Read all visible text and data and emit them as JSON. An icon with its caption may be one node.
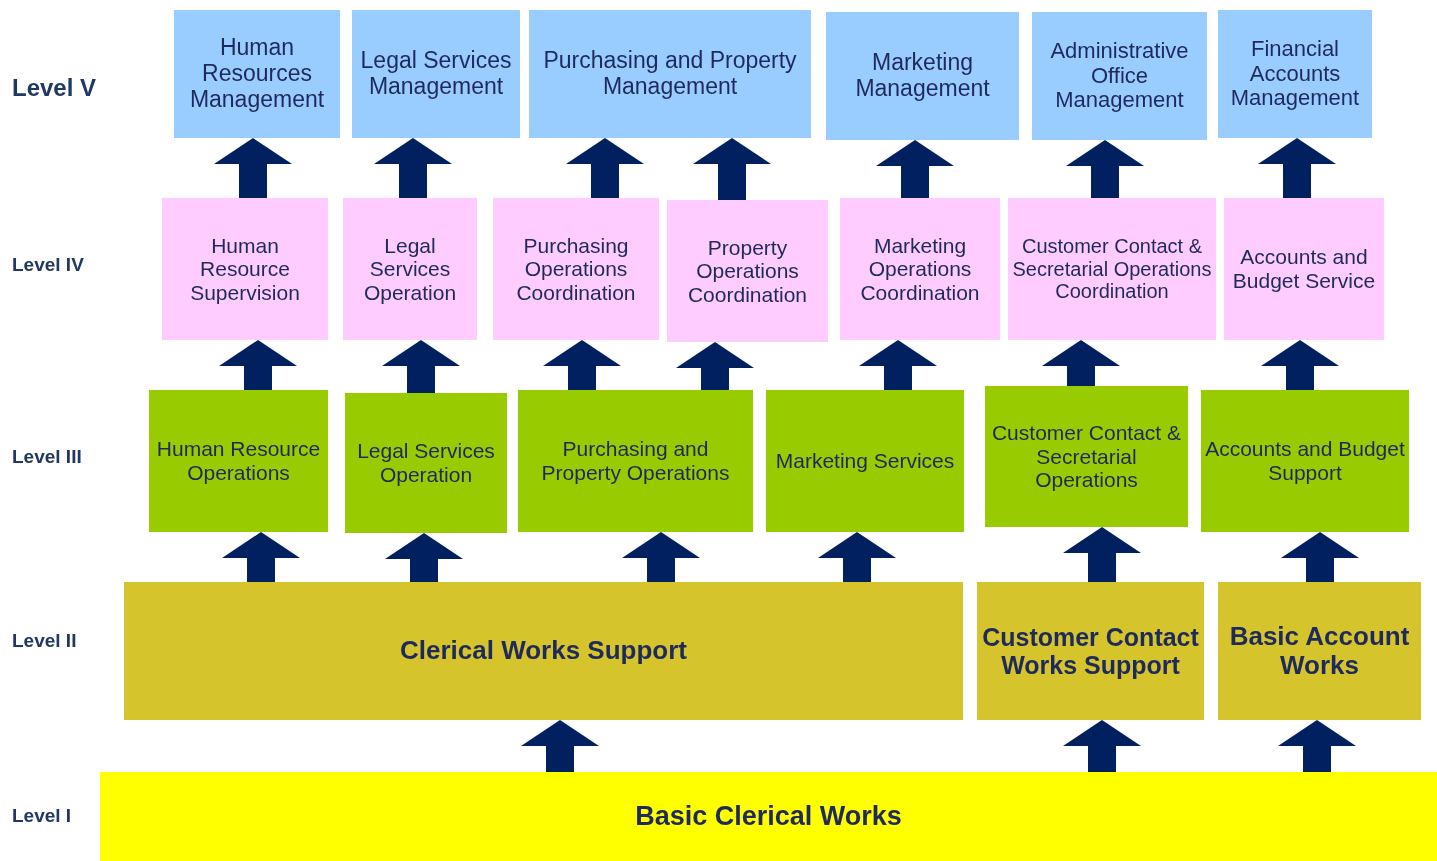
{
  "diagram": {
    "nodes": [
      {
        "text": [
          "Human Resources Management"
        ]
      },
      {
        "text": [
          "Legal Services Management"
        ]
      },
      {
        "text": [
          "Purchasing and Property Management"
        ]
      },
      {
        "text": [
          "Marketing Management"
        ]
      },
      {
        "text": [
          "Administrative Office Management"
        ]
      },
      {
        "text": [
          "Financial Accounts Management"
        ]
      },
      {
        "text": [
          "Human Resource Supervision"
        ]
      },
      {
        "text": [
          "Legal Services Operation"
        ]
      },
      {
        "text": [
          "Purchasing Operations Coordination"
        ]
      },
      {
        "text": [
          "Property Operations Coordination"
        ]
      },
      {
        "text": [
          "Marketing Operations Coordination"
        ]
      },
      {
        "text": [
          "Customer Contact & Secretarial Operations Coordination"
        ]
      },
      {
        "text": [
          "Accounts and Budget Service"
        ]
      },
      {
        "text": [
          "Human Resource Operations"
        ]
      },
      {
        "text": [
          "Legal Services Operation"
        ]
      },
      {
        "text": [
          "Purchasing and Property Operations"
        ]
      },
      {
        "text": [
          "Marketing Services"
        ]
      },
      {
        "text": [
          "Customer Contact & Secretarial Operations"
        ]
      },
      {
        "text": [
          "Accounts and Budget Support"
        ]
      },
      {
        "text": [
          "Clerical Works Support"
        ]
      },
      {
        "text": [
          "Customer Contact Works Support"
        ]
      },
      {
        "text": [
          "Basic Account Works"
        ]
      },
      {
        "text": [
          "Basic Clerical Works"
        ]
      }
    ],
    "edges": [
      {
        "from": 6,
        "to": 0,
        "arrow": "to"
      },
      {
        "from": 7,
        "to": 1,
        "arrow": "to"
      },
      {
        "from": 8,
        "to": 2,
        "arrow": "to"
      },
      {
        "from": 9,
        "to": 2,
        "arrow": "to"
      },
      {
        "from": 10,
        "to": 3,
        "arrow": "to"
      },
      {
        "from": 11,
        "to": 4,
        "arrow": "to"
      },
      {
        "from": 12,
        "to": 5,
        "arrow": "to"
      },
      {
        "from": 13,
        "to": 6,
        "arrow": "to"
      },
      {
        "from": 14,
        "to": 7,
        "arrow": "to"
      },
      {
        "from": 15,
        "to": 8,
        "arrow": "to"
      },
      {
        "from": 15,
        "to": 9,
        "arrow": "to"
      },
      {
        "from": 16,
        "to": 10,
        "arrow": "to"
      },
      {
        "from": 17,
        "to": 11,
        "arrow": "to"
      },
      {
        "from": 18,
        "to": 12,
        "arrow": "to"
      },
      {
        "from": 19,
        "to": 13,
        "arrow": "to"
      },
      {
        "from": 19,
        "to": 14,
        "arrow": "to"
      },
      {
        "from": 19,
        "to": 15,
        "arrow": "to"
      },
      {
        "from": 19,
        "to": 16,
        "arrow": "to"
      },
      {
        "from": 20,
        "to": 17,
        "arrow": "to"
      },
      {
        "from": 21,
        "to": 18,
        "arrow": "to"
      },
      {
        "from": 22,
        "to": 19,
        "arrow": "to"
      },
      {
        "from": 22,
        "to": 20,
        "arrow": "to"
      },
      {
        "from": 22,
        "to": 21,
        "arrow": "to"
      }
    ],
    "labels": [
      "Level V",
      "Level IV",
      "Level III",
      "Level II",
      "Level I"
    ]
  }
}
